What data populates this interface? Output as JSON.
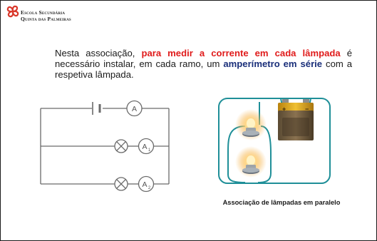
{
  "header": {
    "school_line1": "Escola Secundária",
    "school_line2": "Quinta das Palmeiras"
  },
  "paragraph": {
    "part1": "Nesta associação, ",
    "highlight_red": "para medir a corrente em cada lâmpada",
    "part2": " é necessário instalar, em cada ramo, um ",
    "highlight_blue": "amperímetro em série",
    "part3": " com a respetiva lâmpada."
  },
  "circuit": {
    "meter_main": "A",
    "meter_branch1": "A",
    "meter_branch1_sub": "1",
    "meter_branch2": "A",
    "meter_branch2_sub": "2"
  },
  "photo": {
    "battery_plus": "+",
    "battery_minus": "−"
  },
  "caption": "Associação de lâmpadas em paralelo",
  "colors": {
    "highlight_red": "#e01b1b",
    "highlight_blue": "#1a2f7a",
    "circuit_line": "#6a6a6a",
    "wire_teal": "#1f8f98"
  }
}
